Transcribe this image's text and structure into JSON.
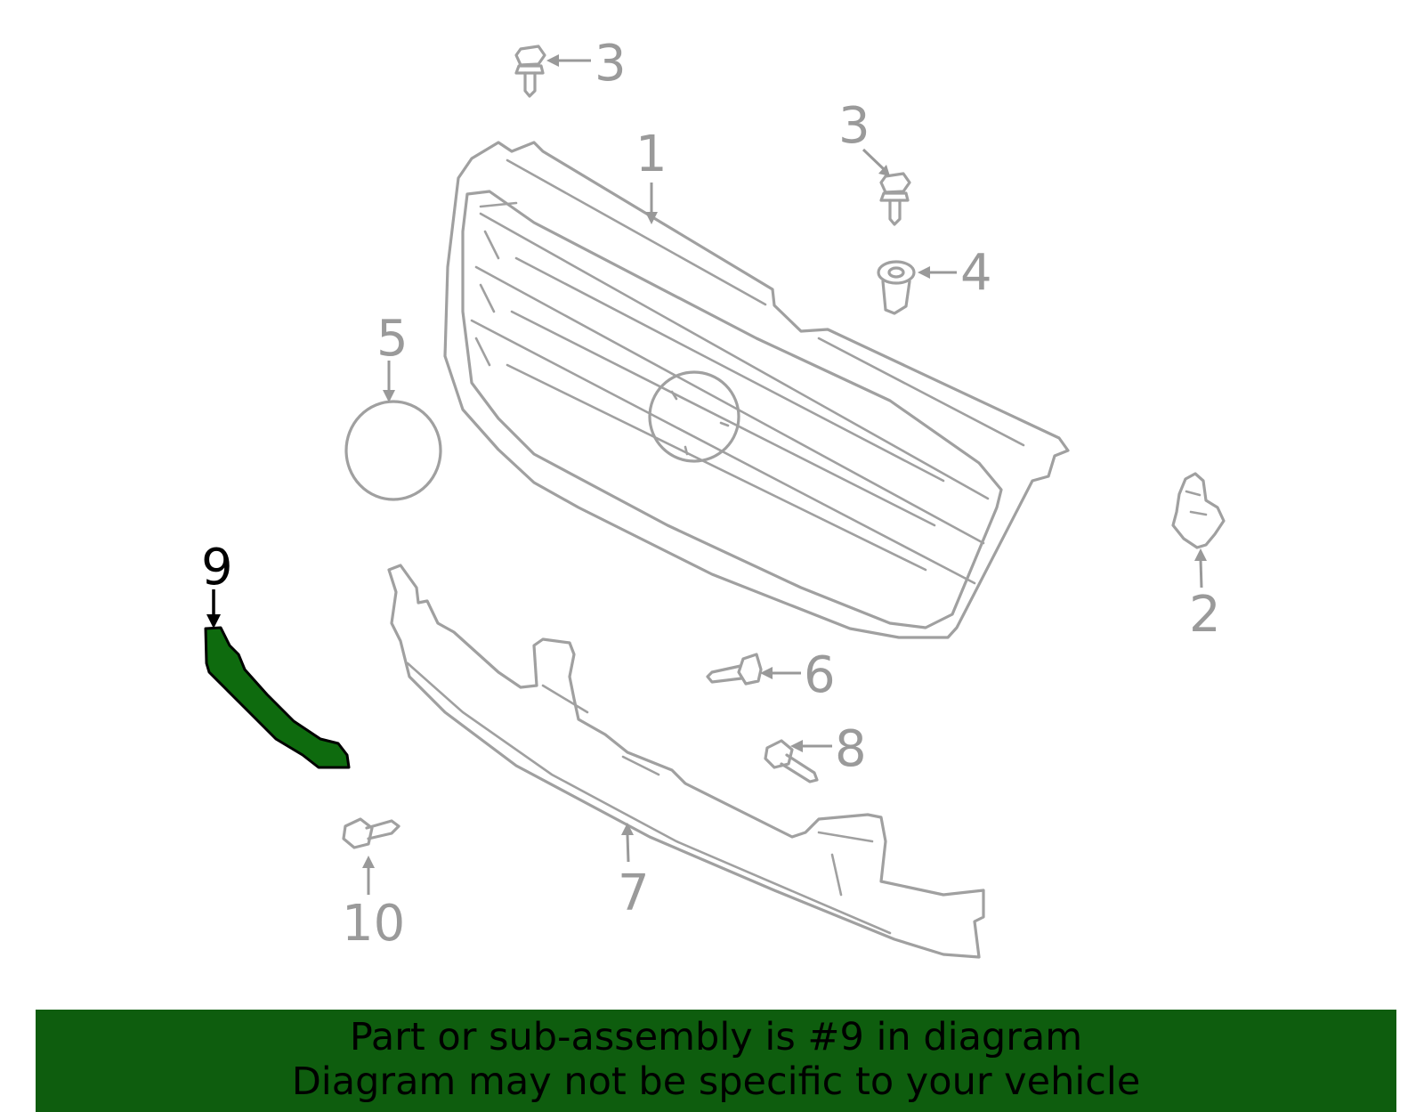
{
  "diagram": {
    "highlighted_part": "9",
    "callouts": [
      {
        "id": "c1",
        "label": "1"
      },
      {
        "id": "c2",
        "label": "2"
      },
      {
        "id": "c3a",
        "label": "3"
      },
      {
        "id": "c3b",
        "label": "3"
      },
      {
        "id": "c4",
        "label": "4"
      },
      {
        "id": "c5",
        "label": "5"
      },
      {
        "id": "c6",
        "label": "6"
      },
      {
        "id": "c7",
        "label": "7"
      },
      {
        "id": "c8",
        "label": "8"
      },
      {
        "id": "c9",
        "label": "9"
      },
      {
        "id": "c10",
        "label": "10"
      }
    ]
  },
  "banner": {
    "line1": "Part or sub-assembly is #9 in diagram",
    "line2": "Diagram may not be specific to your vehicle",
    "color": "#0e5d0e"
  },
  "colors": {
    "part_outline": "#a0a0a0",
    "highlight_fill": "#0e6b0e",
    "highlight_outline": "#000000"
  }
}
